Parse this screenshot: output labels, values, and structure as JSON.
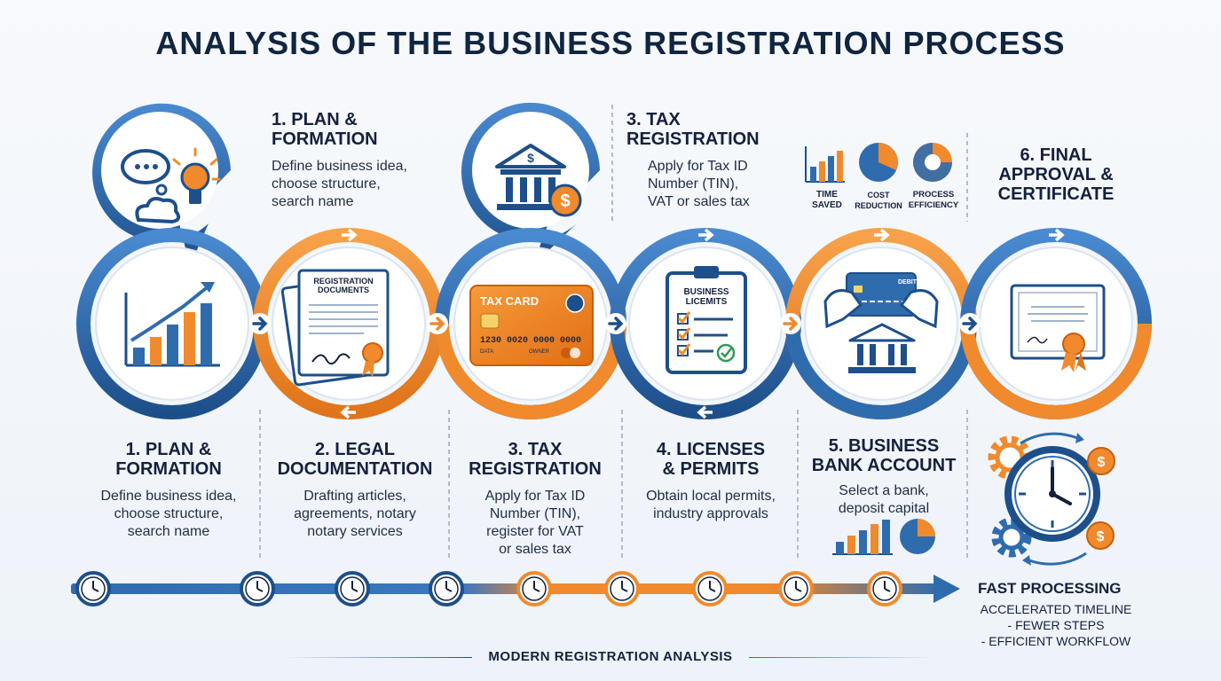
{
  "title": "ANALYSIS OF THE BUSINESS REGISTRATION PROCESS",
  "top_labels": [
    {
      "heading": "1. PLAN &\nFORMATION",
      "body": "Define business idea,\nchoose structure,\nsearch name"
    },
    {
      "heading": "3. TAX\nREGISTRATION",
      "body": "Apply for Tax ID\nNumber (TIN),\nVAT or sales tax"
    },
    {
      "heading": "6. FINAL\nAPPROVAL &\nCERTIFICATE",
      "body": ""
    }
  ],
  "kpis": [
    "TIME\nSAVED",
    "COST\nREDUCTION",
    "PROCESS\nEFFICIENCY"
  ],
  "steps": [
    {
      "heading": "1. PLAN &\nFORMATION",
      "body": "Define business idea,\nchoose structure,\nsearch name"
    },
    {
      "heading": "2. LEGAL\nDOCUMENTATION",
      "body": "Drafting articles,\nagreements, notary\nnotary services"
    },
    {
      "heading": "3. TAX\nREGISTRATION",
      "body": "Apply for Tax ID\nNumber (TIN),\nregister for VAT\nor sales tax"
    },
    {
      "heading": "4. LICENSES\n& PERMITS",
      "body": "Obtain local permits,\nindustry approvals"
    },
    {
      "heading": "5. BUSINESS\nBANK ACCOUNT",
      "body": "Select a bank,\ndeposit capital"
    }
  ],
  "icon_texts": {
    "docs": "REGISTRATION\nDOCUMENTS",
    "tax_card": "TAX CARD",
    "card_number": "1230  0020  0000  0000",
    "card_data": "DATA",
    "card_owner": "OWNER",
    "licenses": "BUSINESS\nLICEMITS",
    "debit": "DEBIT"
  },
  "fast": {
    "heading": "FAST PROCESSING",
    "body": "ACCELERATED TIMELINE\n- FEWER STEPS\n- EFFICIENT WORKFLOW"
  },
  "footer": "MODERN REGISTRATION ANALYSIS",
  "colors": {
    "blue": "#2f6cae",
    "dark_blue": "#1d4f8a",
    "orange": "#f08a2c",
    "navy": "#14213d"
  }
}
